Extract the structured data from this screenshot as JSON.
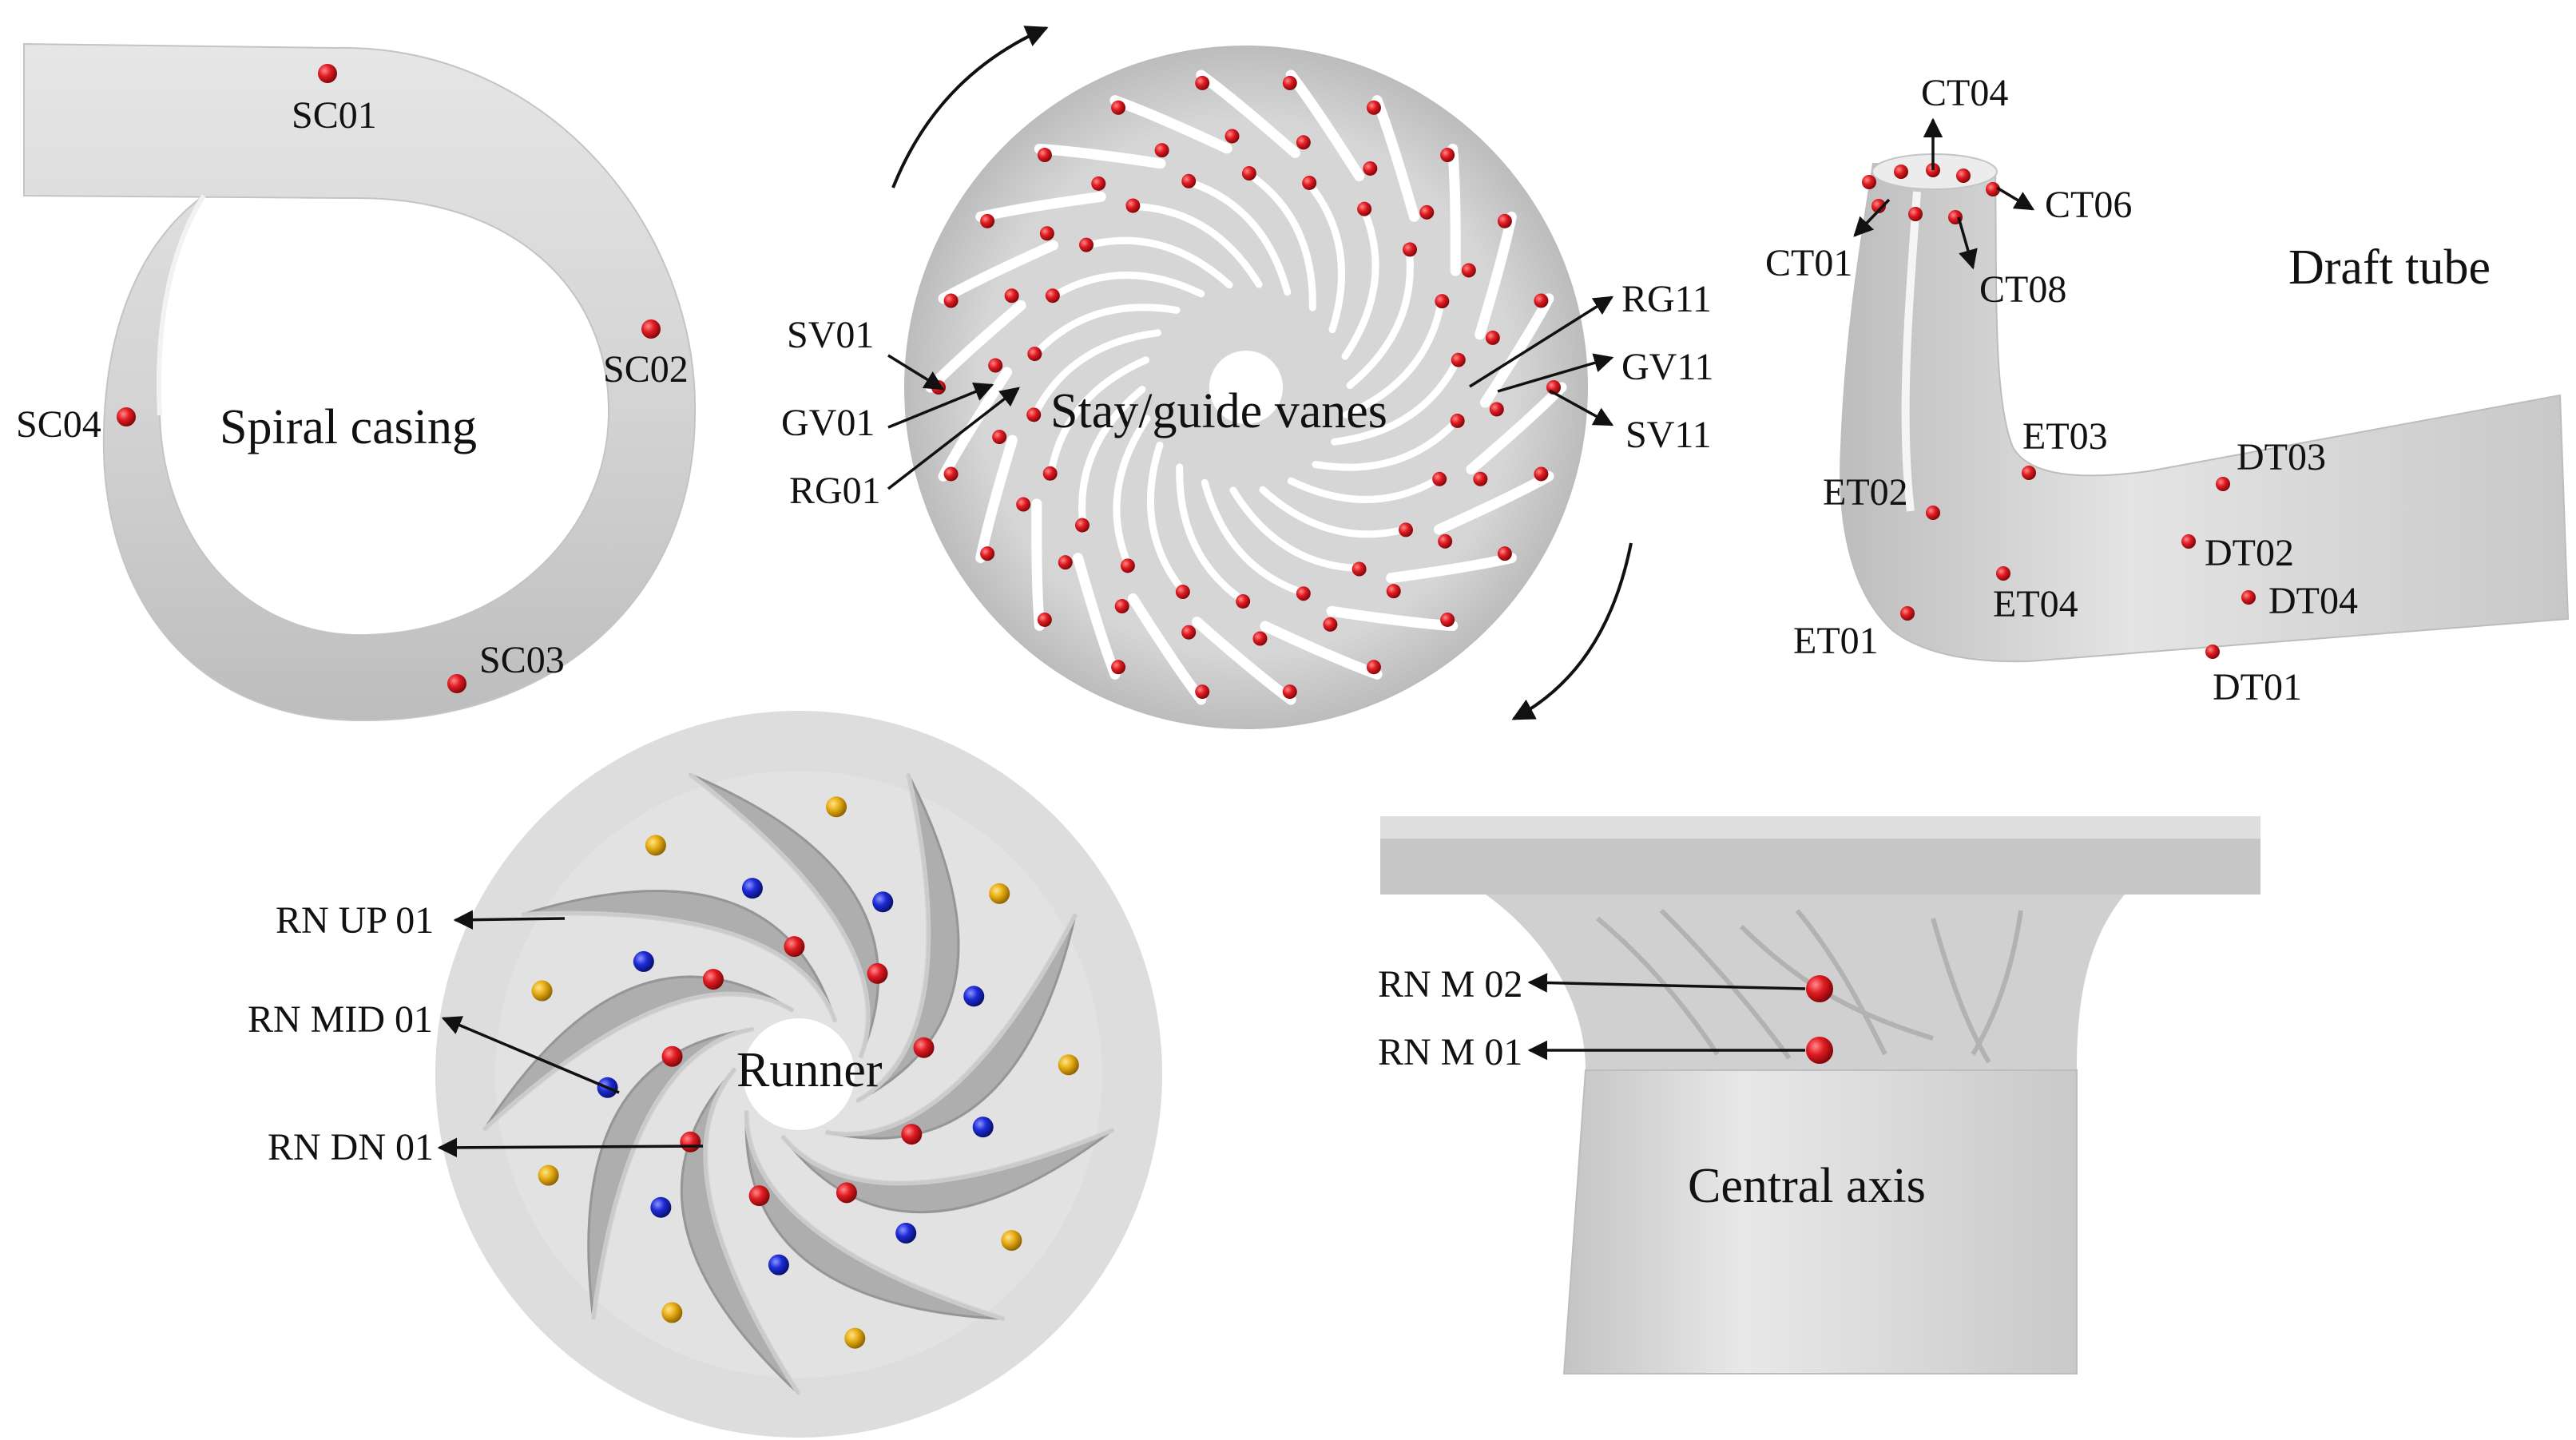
{
  "colors": {
    "probe_red": "#d8161d",
    "probe_blue": "#1522c9",
    "probe_yellow": "#e2ac12",
    "surface": "#cfcfcf",
    "disc": "#d9d9d9"
  },
  "panels": {
    "spiral": {
      "title": "Spiral casing",
      "probes": [
        {
          "id": "SC01",
          "label": "SC01"
        },
        {
          "id": "SC02",
          "label": "SC02"
        },
        {
          "id": "SC03",
          "label": "SC03"
        },
        {
          "id": "SC04",
          "label": "SC04"
        }
      ]
    },
    "stay": {
      "title": "Stay/guide vanes",
      "probes": [
        {
          "id": "SV01",
          "label": "SV01"
        },
        {
          "id": "GV01",
          "label": "GV01"
        },
        {
          "id": "RG01",
          "label": "RG01"
        },
        {
          "id": "RG11",
          "label": "RG11"
        },
        {
          "id": "GV11",
          "label": "GV11"
        },
        {
          "id": "SV11",
          "label": "SV11"
        }
      ]
    },
    "draft": {
      "title": "Draft tube",
      "probes": [
        {
          "id": "CT04",
          "label": "CT04"
        },
        {
          "id": "CT06",
          "label": "CT06"
        },
        {
          "id": "CT01",
          "label": "CT01"
        },
        {
          "id": "CT08",
          "label": "CT08"
        },
        {
          "id": "ET03",
          "label": "ET03"
        },
        {
          "id": "ET02",
          "label": "ET02"
        },
        {
          "id": "ET04",
          "label": "ET04"
        },
        {
          "id": "ET01",
          "label": "ET01"
        },
        {
          "id": "DT03",
          "label": "DT03"
        },
        {
          "id": "DT02",
          "label": "DT02"
        },
        {
          "id": "DT04",
          "label": "DT04"
        },
        {
          "id": "DT01",
          "label": "DT01"
        }
      ]
    },
    "runner": {
      "title": "Runner",
      "probes": [
        {
          "id": "RNUP01",
          "label": "RN UP 01"
        },
        {
          "id": "RNMID01",
          "label": "RN MID 01"
        },
        {
          "id": "RNDN01",
          "label": "RN DN 01"
        }
      ]
    },
    "axis": {
      "title": "Central axis",
      "probes": [
        {
          "id": "RNM02",
          "label": "RN M 02"
        },
        {
          "id": "RNM01",
          "label": "RN M 01"
        }
      ]
    }
  }
}
